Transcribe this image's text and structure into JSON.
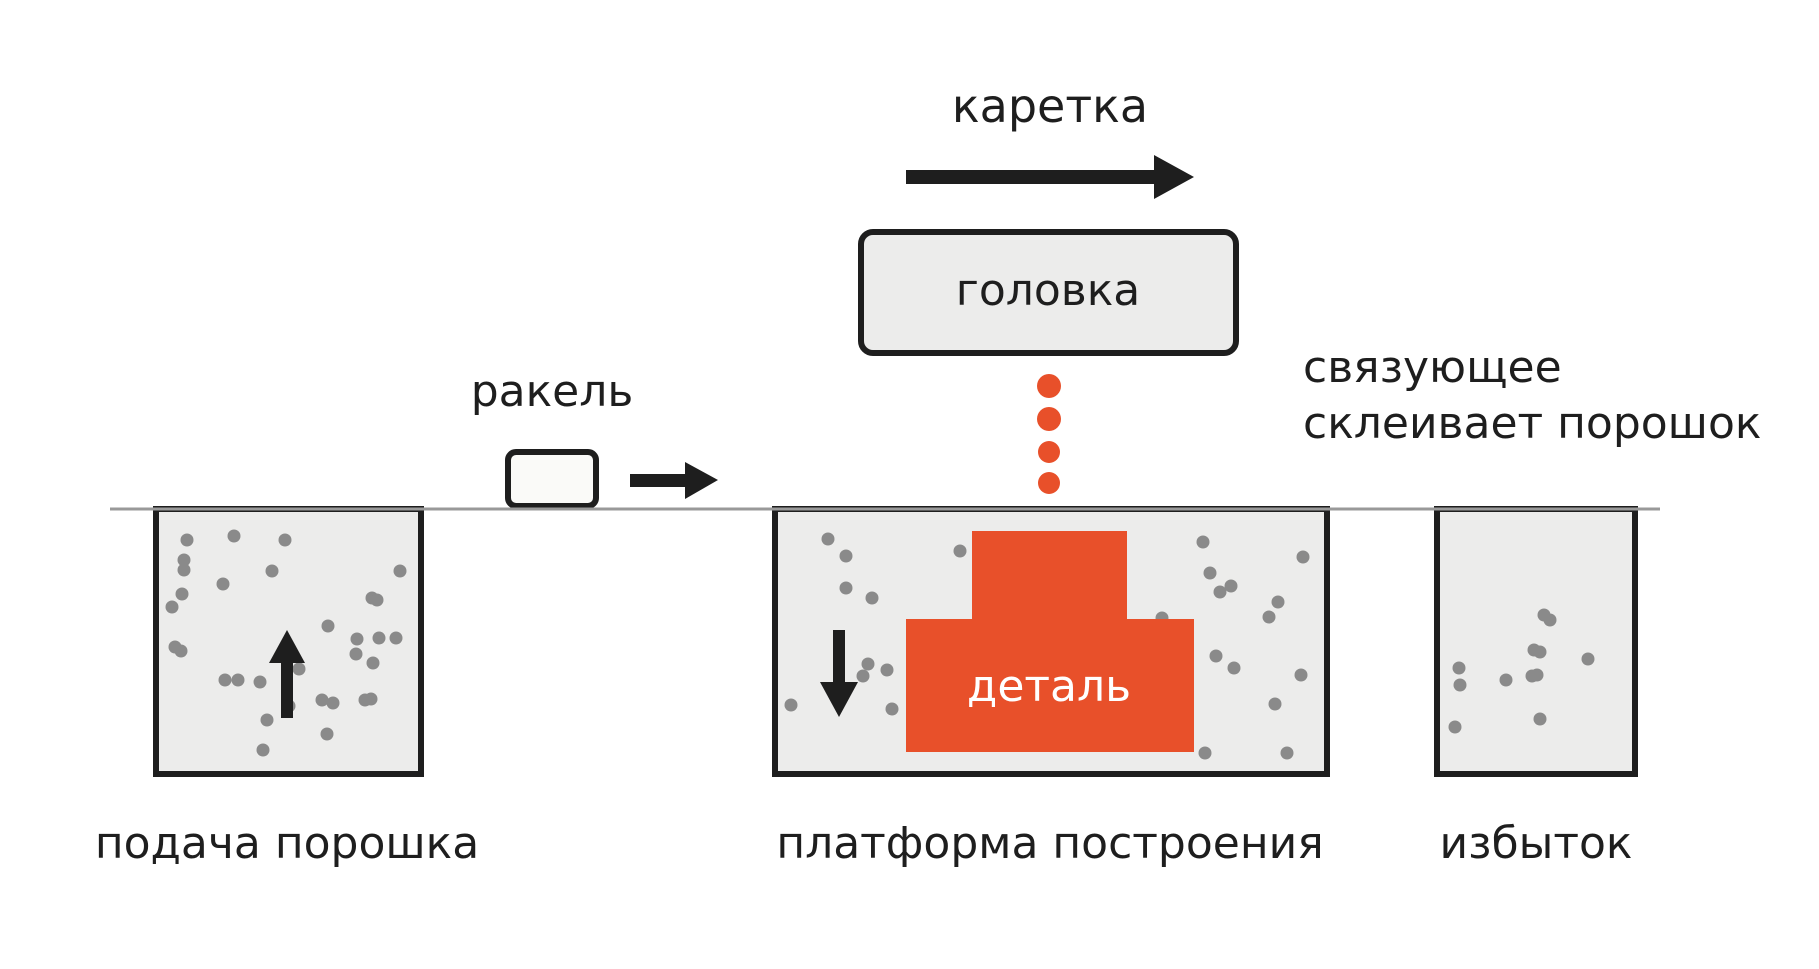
{
  "labels": {
    "carriage": "каретка",
    "head": "головка",
    "recoater": "ракель",
    "binder_line1": "связующее",
    "binder_line2": "склеивает порошок",
    "part": "деталь",
    "powder_feed": "подача порошка",
    "build_platform": "платформа построения",
    "overflow": "избыток"
  },
  "colors": {
    "part": "#e8502a",
    "binder_drops": "#e8502a",
    "powder_fill": "#ececeb",
    "powder_particles": "#8a8a8a",
    "outline": "#1e1e1e",
    "head_fill": "#ececeb",
    "recoater_fill": "#fafaf8",
    "powder_level_line": "#999999",
    "part_text": "#ffffff"
  },
  "icons": {
    "carriage_direction": "arrow-right-icon",
    "recoater_direction": "arrow-right-icon",
    "feed_piston_direction": "arrow-up-icon",
    "build_piston_direction": "arrow-down-icon"
  }
}
